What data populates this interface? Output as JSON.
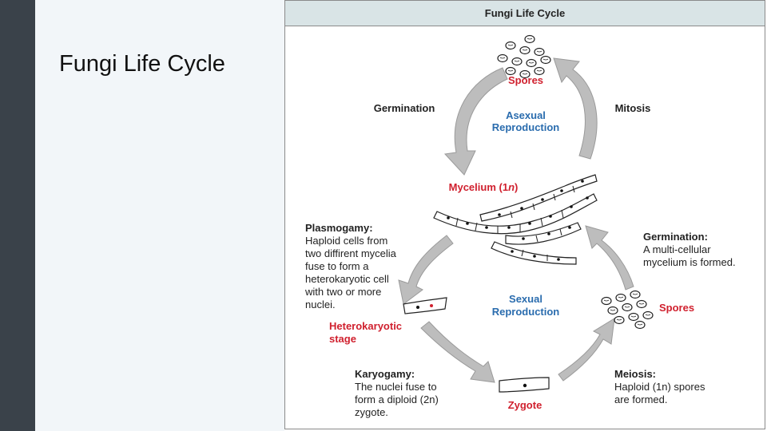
{
  "slide": {
    "title": "Fungi Life Cycle"
  },
  "figure": {
    "header": "Fungi Life Cycle",
    "labels": {
      "spores_top": "Spores",
      "germination_top": "Germination",
      "mitosis": "Mitosis",
      "asexual_1": "Asexual",
      "asexual_2": "Reproduction",
      "mycelium_pre": "Mycelium (1",
      "mycelium_n": "n",
      "mycelium_post": ")",
      "plasmogamy_title": "Plasmogamy:",
      "plasmogamy_lines": [
        "Haploid cells from",
        "two diffirent mycelia",
        "fuse to form a",
        "heterokaryotic cell",
        "with two or more",
        "nuclei."
      ],
      "germination_right_title": "Germination:",
      "germination_right_lines": [
        "A multi-cellular",
        "mycelium is formed."
      ],
      "sexual_1": "Sexual",
      "sexual_2": "Reproduction",
      "spores_right": "Spores",
      "hetero_1": "Heterokaryotic",
      "hetero_2": "stage",
      "karyogamy_title": "Karyogamy:",
      "karyogamy_lines": [
        "The nuclei fuse to",
        "form a diploid (2n)",
        "zygote."
      ],
      "zygote": "Zygote",
      "meiosis_title": "Meiosis:",
      "meiosis_lines": [
        "Haploid (1n) spores",
        "are formed."
      ]
    }
  },
  "colors": {
    "red": "#d0202e",
    "blue": "#2a6cae",
    "arrow_fill": "#bdbdbd",
    "arrow_stroke": "#9a9a9a"
  }
}
